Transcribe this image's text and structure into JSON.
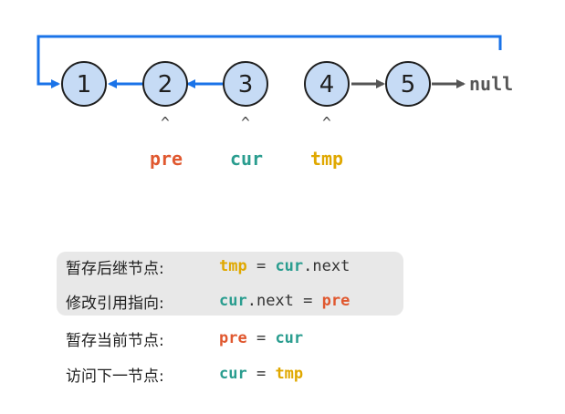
{
  "list": {
    "nodes": [
      "1",
      "2",
      "3",
      "4",
      "5"
    ],
    "null_label": "null",
    "caret": "^"
  },
  "pointers": {
    "pre": "pre",
    "cur": "cur",
    "tmp": "tmp"
  },
  "steps": [
    {
      "label": "暂存后继节点:",
      "code": [
        {
          "t": "tmp",
          "c": "tmp"
        },
        {
          "t": " = ",
          "c": "op"
        },
        {
          "t": "cur",
          "c": "cur"
        },
        {
          "t": ".next",
          "c": "op"
        }
      ]
    },
    {
      "label": "修改引用指向:",
      "code": [
        {
          "t": "cur",
          "c": "cur"
        },
        {
          "t": ".next = ",
          "c": "op"
        },
        {
          "t": "pre",
          "c": "pre"
        }
      ]
    },
    {
      "label": "暂存当前节点:",
      "code": [
        {
          "t": "pre",
          "c": "pre"
        },
        {
          "t": " = ",
          "c": "op"
        },
        {
          "t": "cur",
          "c": "cur"
        }
      ]
    },
    {
      "label": "访问下一节点:",
      "code": [
        {
          "t": "cur",
          "c": "cur"
        },
        {
          "t": " = ",
          "c": "op"
        },
        {
          "t": "tmp",
          "c": "tmp"
        }
      ]
    }
  ],
  "colors": {
    "pre": "#e0582f",
    "cur": "#2a9d8f",
    "tmp": "#e0a800",
    "blue_arrow": "#1a73e8",
    "node_fill": "#c6dbf5"
  }
}
